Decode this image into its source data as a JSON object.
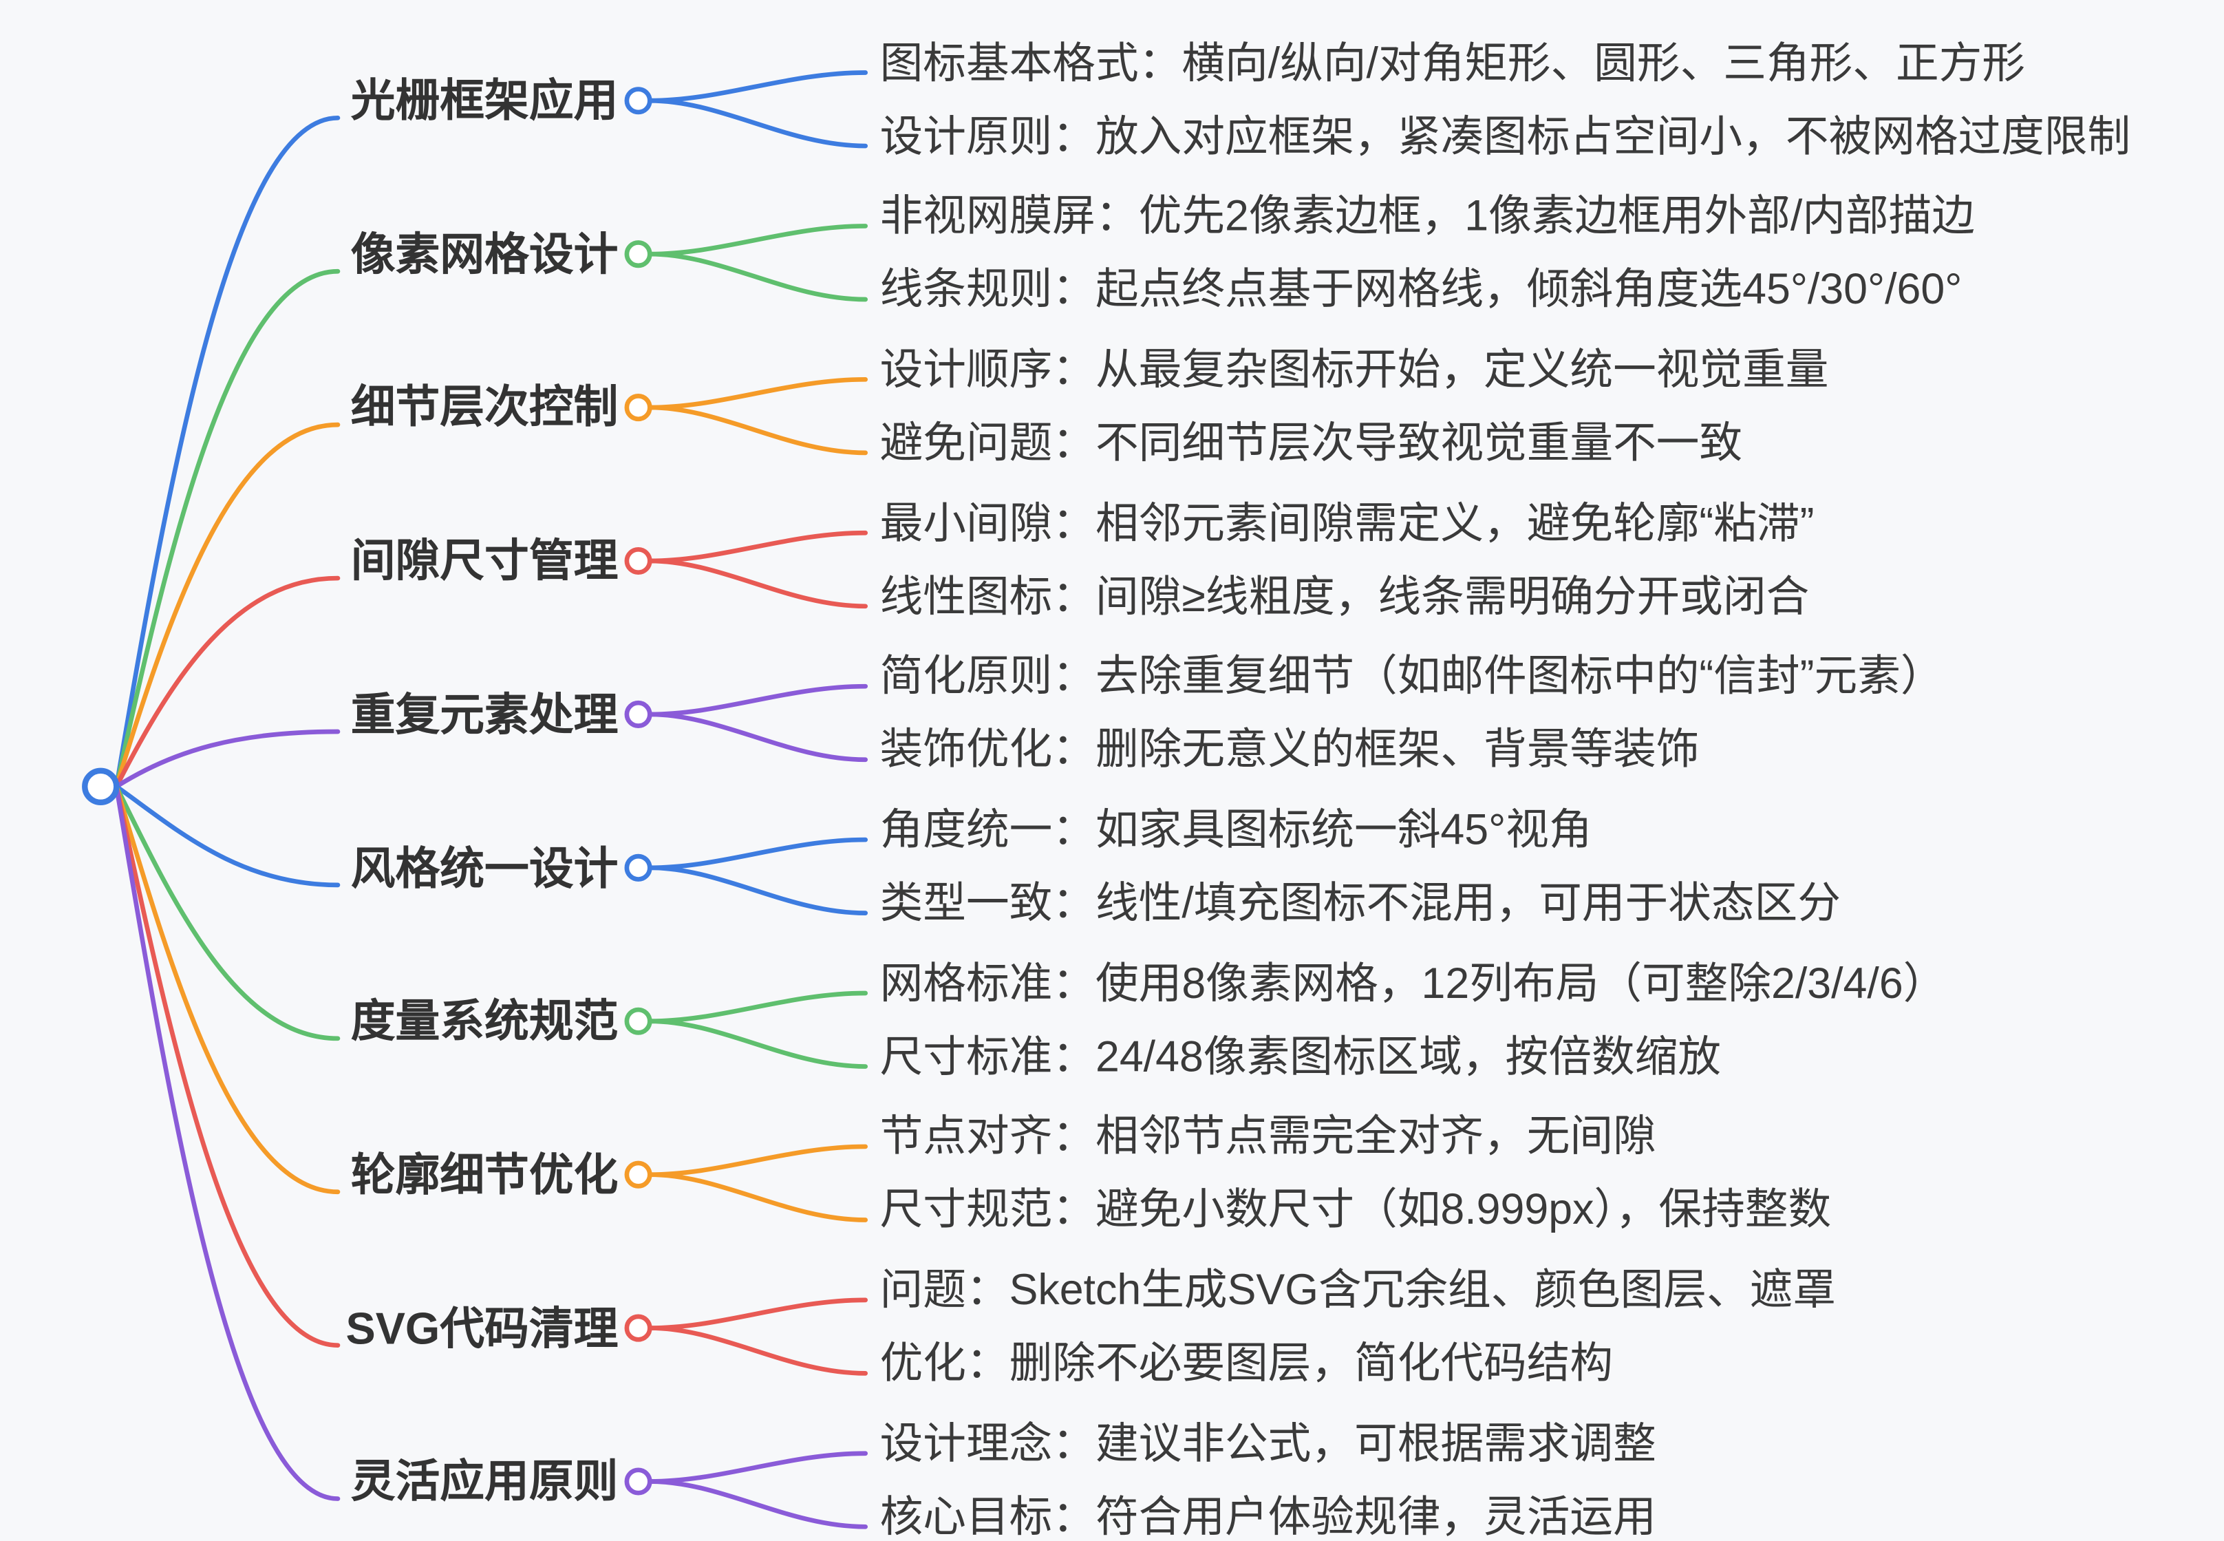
{
  "canvas": {
    "background": "#f7f8fa",
    "text_color": "#333333"
  },
  "root": {
    "color": "#3D7CE0"
  },
  "branches": [
    {
      "label": "光栅框架应用",
      "color": "#3D7CE0",
      "children": [
        "图标基本格式：横向/纵向/对角矩形、圆形、三角形、正方形",
        "设计原则：放入对应框架，紧凑图标占空间小，不被网格过度限制"
      ]
    },
    {
      "label": "像素网格设计",
      "color": "#5FBF6E",
      "children": [
        "非视网膜屏：优先2像素边框，1像素边框用外部/内部描边",
        "线条规则：起点终点基于网格线，倾斜角度选45°/30°/60°"
      ]
    },
    {
      "label": "细节层次控制",
      "color": "#F59B28",
      "children": [
        "设计顺序：从最复杂图标开始，定义统一视觉重量",
        "避免问题：不同细节层次导致视觉重量不一致"
      ]
    },
    {
      "label": "间隙尺寸管理",
      "color": "#E85A54",
      "children": [
        "最小间隙：相邻元素间隙需定义，避免轮廓“粘滞”",
        "线性图标：间隙≥线粗度，线条需明确分开或闭合"
      ]
    },
    {
      "label": "重复元素处理",
      "color": "#8A5BD8",
      "children": [
        "简化原则：去除重复细节（如邮件图标中的“信封”元素）",
        "装饰优化：删除无意义的框架、背景等装饰"
      ]
    },
    {
      "label": "风格统一设计",
      "color": "#3D7CE0",
      "children": [
        "角度统一：如家具图标统一斜45°视角",
        "类型一致：线性/填充图标不混用，可用于状态区分"
      ]
    },
    {
      "label": "度量系统规范",
      "color": "#5FBF6E",
      "children": [
        "网格标准：使用8像素网格，12列布局（可整除2/3/4/6）",
        "尺寸标准：24/48像素图标区域，按倍数缩放"
      ]
    },
    {
      "label": "轮廓细节优化",
      "color": "#F59B28",
      "children": [
        "节点对齐：相邻节点需完全对齐，无间隙",
        "尺寸规范：避免小数尺寸（如8.999px），保持整数"
      ]
    },
    {
      "label": "SVG代码清理",
      "color": "#E85A54",
      "children": [
        "问题：Sketch生成SVG含冗余组、颜色图层、遮罩",
        "优化：删除不必要图层，简化代码结构"
      ]
    },
    {
      "label": "灵活应用原则",
      "color": "#8A5BD8",
      "children": [
        "设计理念：建议非公式，可根据需求调整",
        "核心目标：符合用户体验规律，灵活运用"
      ]
    }
  ]
}
